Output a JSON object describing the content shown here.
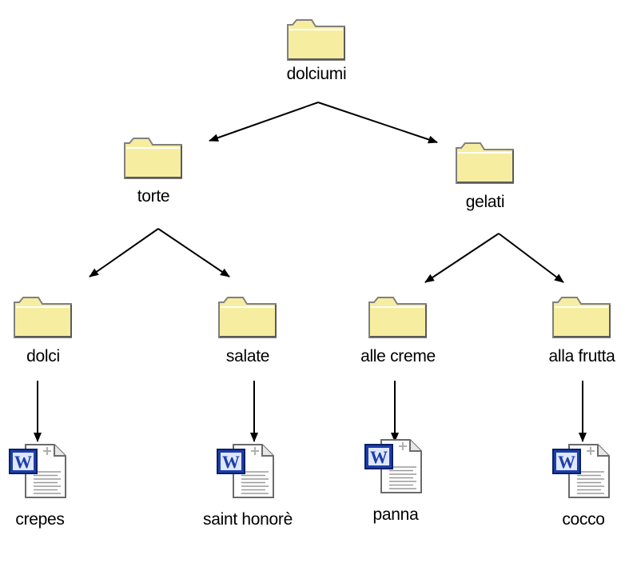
{
  "tree": {
    "root": {
      "label": "dolciumi",
      "icon": "folder-icon"
    },
    "torte": {
      "label": "torte",
      "icon": "folder-icon"
    },
    "gelati": {
      "label": "gelati",
      "icon": "folder-icon"
    },
    "dolci": {
      "label": "dolci",
      "icon": "folder-icon"
    },
    "salate": {
      "label": "salate",
      "icon": "folder-icon"
    },
    "alle_creme": {
      "label": "alle creme",
      "icon": "folder-icon"
    },
    "alla_frutta": {
      "label": "alla frutta",
      "icon": "folder-icon"
    },
    "crepes": {
      "label": "crepes",
      "icon": "word-document-icon"
    },
    "saint_honore": {
      "label": "saint honorè",
      "icon": "word-document-icon"
    },
    "panna": {
      "label": "panna",
      "icon": "word-document-icon"
    },
    "cocco": {
      "label": "cocco",
      "icon": "word-document-icon"
    }
  },
  "edges": [
    [
      "root",
      "torte"
    ],
    [
      "root",
      "gelati"
    ],
    [
      "torte",
      "dolci"
    ],
    [
      "torte",
      "salate"
    ],
    [
      "gelati",
      "alle_creme"
    ],
    [
      "gelati",
      "alla_frutta"
    ],
    [
      "dolci",
      "crepes"
    ],
    [
      "salate",
      "saint_honore"
    ],
    [
      "alle_creme",
      "panna"
    ],
    [
      "alla_frutta",
      "cocco"
    ]
  ],
  "colors": {
    "folder_body": "#f6eda0",
    "folder_outline": "#808080",
    "word_badge": "#1c3fa8",
    "arrow": "#000000"
  }
}
